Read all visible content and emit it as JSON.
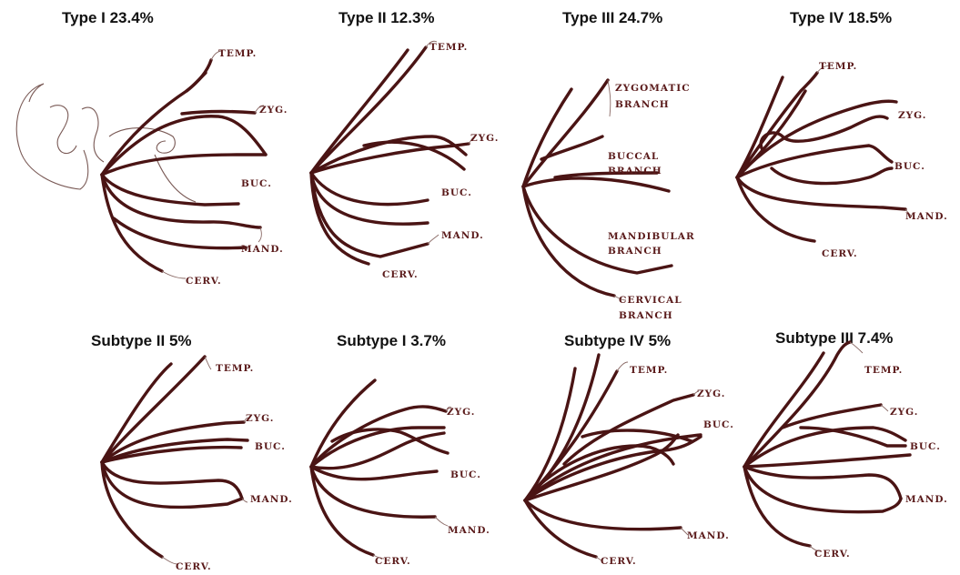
{
  "panels": [
    {
      "title": "Type I 23.4%",
      "labels": [
        "TEMP.",
        "ZYG.",
        "BUC.",
        "MAND.",
        "CERV."
      ]
    },
    {
      "title": "Type II 12.3%",
      "labels": [
        "TEMP.",
        "ZYG.",
        "BUC.",
        "MAND.",
        "CERV."
      ]
    },
    {
      "title": "Type III 24.7%",
      "labels": [
        "ZYGOMATIC",
        "BRANCH",
        "BUCCAL",
        "BRANCH",
        "MANDIBULAR",
        "BRANCH",
        "CERVICAL",
        "BRANCH"
      ]
    },
    {
      "title": "Type IV 18.5%",
      "labels": [
        "TEMP.",
        "ZYG.",
        "BUC.",
        "MAND.",
        "CERV."
      ]
    },
    {
      "title": "Subtype II 5%",
      "labels": [
        "TEMP.",
        "ZYG.",
        "BUC.",
        "MAND.",
        "CERV."
      ]
    },
    {
      "title": "Subtype I 3.7%",
      "labels": [
        "ZYG.",
        "BUC.",
        "MAND.",
        "CERV."
      ]
    },
    {
      "title": "Subtype IV 5%",
      "labels": [
        "TEMP.",
        "ZYG.",
        "BUC.",
        "MAND.",
        "CERV."
      ]
    },
    {
      "title": "Subtype III 7.4%",
      "labels": [
        "TEMP.",
        "ZYG.",
        "BUC.",
        "MAND.",
        "CERV."
      ]
    }
  ],
  "colors": {
    "nerve": "#4a1414",
    "label": "#5a1a1a",
    "title": "#111111"
  }
}
